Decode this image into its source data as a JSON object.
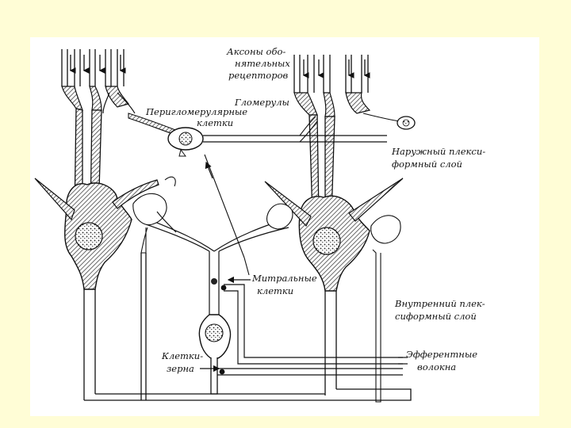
{
  "diagram": {
    "labels": {
      "axons_1": "Аксоны обо-",
      "axons_2": "нятельных",
      "axons_3": "рецепторов",
      "glomeruli": "Гломерулы",
      "periglom_1": "Перигломерулярные",
      "periglom_2": "клетки",
      "outer_1": "Наружный плекси-",
      "outer_2": "формный слой",
      "mitral_1": "Митральные",
      "mitral_2": "клетки",
      "inner_1": "Внутренний плек-",
      "inner_2": "сиформный слой",
      "efferent_1": "Эфферентные",
      "efferent_2": "волокна",
      "granule_1": "Клетки-",
      "granule_2": "зерна"
    }
  },
  "colors": {
    "background": "#fffdd6",
    "panel": "#ffffff",
    "ink": "#111111",
    "hatch": "#555555"
  }
}
